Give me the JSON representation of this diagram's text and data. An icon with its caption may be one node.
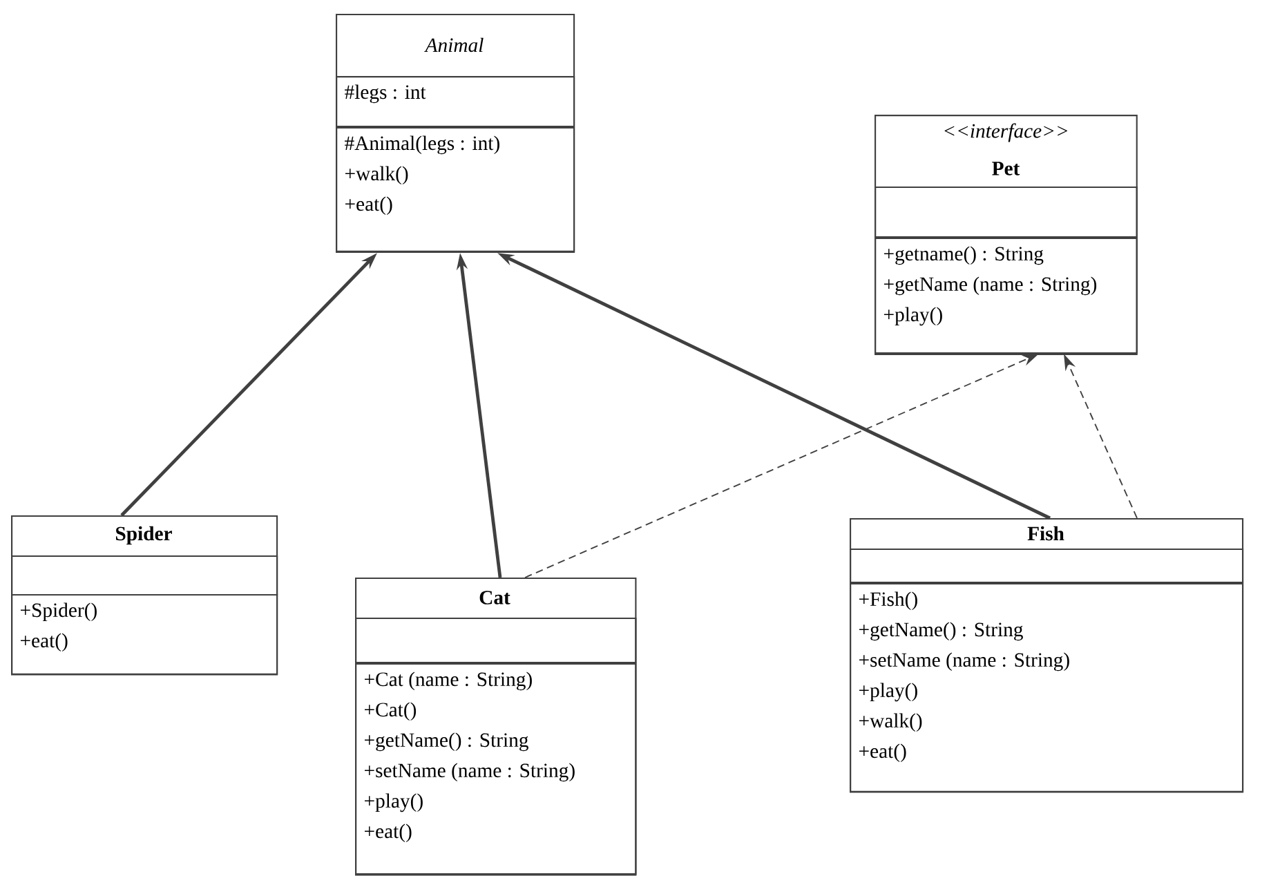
{
  "diagram": {
    "nodes": [
      {
        "text": [
          "Animal"
        ]
      },
      {
        "text": [
          "#legs : int"
        ],
        "in": 0
      },
      {
        "text": [
          "#Animal(legs : int)",
          "+walk()",
          "+eat()"
        ],
        "in": 0
      },
      {
        "text": [
          "<<interface>>",
          "Pet"
        ]
      },
      {
        "text": [],
        "shape": "box",
        "in": 3
      },
      {
        "text": [
          "+getname() : String",
          "+getName (name : String)",
          "+play()"
        ],
        "in": 3
      },
      {
        "text": [
          "Spider"
        ]
      },
      {
        "text": [],
        "shape": "box",
        "in": 6
      },
      {
        "text": [
          "+Spider()",
          "+eat()"
        ],
        "in": 6
      },
      {
        "text": [
          "Cat"
        ]
      },
      {
        "text": [],
        "shape": "box",
        "in": 9
      },
      {
        "text": [
          "+Cat (name : String)",
          "+Cat()",
          "+getName() : String",
          "+setName (name : String)",
          "+play()",
          "+eat()"
        ],
        "in": 9
      },
      {
        "text": [
          "Fish"
        ]
      },
      {
        "text": [],
        "shape": "box",
        "in": 12
      },
      {
        "text": [
          "+Fish()",
          "+getName() : String",
          "+setName (name : String)",
          "+play()",
          "+walk()",
          "+eat()"
        ],
        "in": 12
      }
    ],
    "edges": [
      {
        "from": 6,
        "to": 0,
        "arrow": "to"
      },
      {
        "from": 9,
        "to": 0,
        "arrow": "to"
      },
      {
        "from": 12,
        "to": 0,
        "arrow": "to"
      },
      {
        "from": 9,
        "to": 3,
        "arrow": "to",
        "style": "dashed"
      },
      {
        "from": 12,
        "to": 3,
        "arrow": "to",
        "style": "dashed"
      }
    ]
  }
}
